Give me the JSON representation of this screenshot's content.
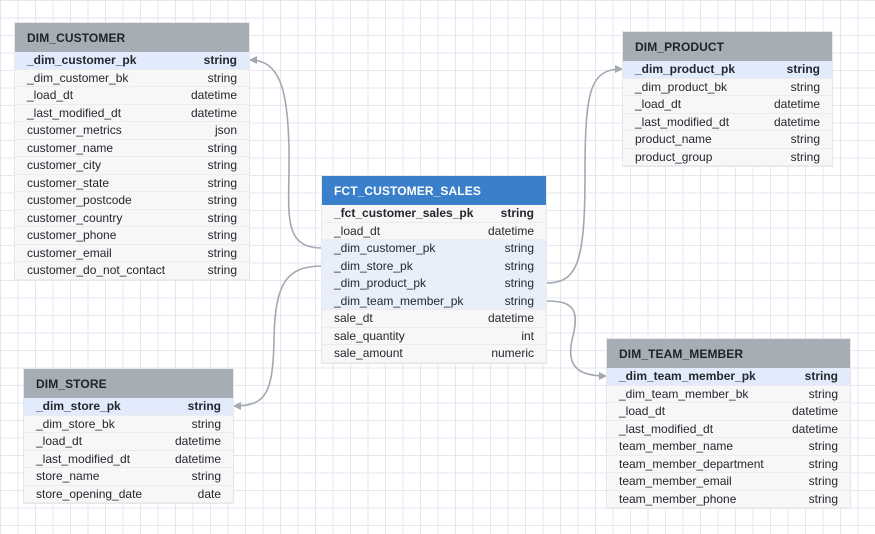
{
  "tables": {
    "dim_customer": {
      "title": "DIM_CUSTOMER",
      "columns": [
        {
          "name": "_dim_customer_pk",
          "type": "string"
        },
        {
          "name": "_dim_customer_bk",
          "type": "string"
        },
        {
          "name": "_load_dt",
          "type": "datetime"
        },
        {
          "name": "_last_modified_dt",
          "type": "datetime"
        },
        {
          "name": "customer_metrics",
          "type": "json"
        },
        {
          "name": "customer_name",
          "type": "string"
        },
        {
          "name": "customer_city",
          "type": "string"
        },
        {
          "name": "customer_state",
          "type": "string"
        },
        {
          "name": "customer_postcode",
          "type": "string"
        },
        {
          "name": "customer_country",
          "type": "string"
        },
        {
          "name": "customer_phone",
          "type": "string"
        },
        {
          "name": "customer_email",
          "type": "string"
        },
        {
          "name": "customer_do_not_contact",
          "type": "string"
        }
      ]
    },
    "dim_product": {
      "title": "DIM_PRODUCT",
      "columns": [
        {
          "name": "_dim_product_pk",
          "type": "string"
        },
        {
          "name": "_dim_product_bk",
          "type": "string"
        },
        {
          "name": "_load_dt",
          "type": "datetime"
        },
        {
          "name": "_last_modified_dt",
          "type": "datetime"
        },
        {
          "name": "product_name",
          "type": "string"
        },
        {
          "name": "product_group",
          "type": "string"
        }
      ]
    },
    "fct_customer_sales": {
      "title": "FCT_CUSTOMER_SALES",
      "columns": [
        {
          "name": "_fct_customer_sales_pk",
          "type": "string"
        },
        {
          "name": "_load_dt",
          "type": "datetime"
        },
        {
          "name": "_dim_customer_pk",
          "type": "string"
        },
        {
          "name": "_dim_store_pk",
          "type": "string"
        },
        {
          "name": "_dim_product_pk",
          "type": "string"
        },
        {
          "name": "_dim_team_member_pk",
          "type": "string"
        },
        {
          "name": "sale_dt",
          "type": "datetime"
        },
        {
          "name": "sale_quantity",
          "type": "int"
        },
        {
          "name": "sale_amount",
          "type": "numeric"
        }
      ]
    },
    "dim_store": {
      "title": "DIM_STORE",
      "columns": [
        {
          "name": "_dim_store_pk",
          "type": "string"
        },
        {
          "name": "_dim_store_bk",
          "type": "string"
        },
        {
          "name": "_load_dt",
          "type": "datetime"
        },
        {
          "name": "_last_modified_dt",
          "type": "datetime"
        },
        {
          "name": "store_name",
          "type": "string"
        },
        {
          "name": "store_opening_date",
          "type": "date"
        }
      ]
    },
    "dim_team_member": {
      "title": "DIM_TEAM_MEMBER",
      "columns": [
        {
          "name": "_dim_team_member_pk",
          "type": "string"
        },
        {
          "name": "_dim_team_member_bk",
          "type": "string"
        },
        {
          "name": "_load_dt",
          "type": "datetime"
        },
        {
          "name": "_last_modified_dt",
          "type": "datetime"
        },
        {
          "name": "team_member_name",
          "type": "string"
        },
        {
          "name": "team_member_department",
          "type": "string"
        },
        {
          "name": "team_member_email",
          "type": "string"
        },
        {
          "name": "team_member_phone",
          "type": "string"
        }
      ]
    }
  },
  "colors": {
    "fact_header": "#3a7fc9",
    "dim_header": "#a6adb5",
    "pk_row": "#e2ebfb",
    "link": "#a3a8b0"
  }
}
